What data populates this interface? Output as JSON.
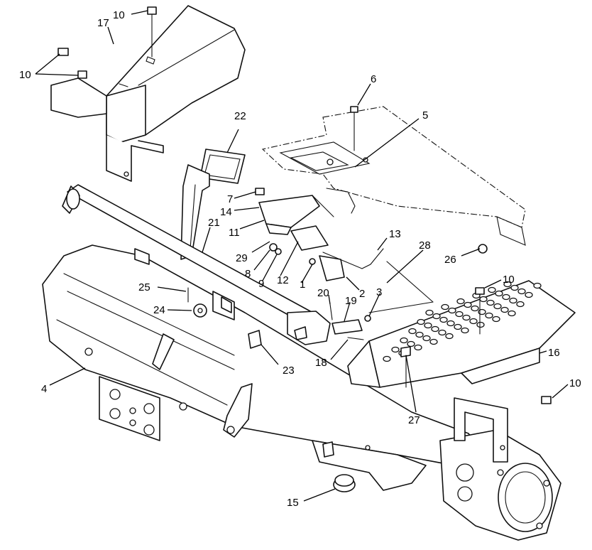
{
  "diagram": {
    "callouts": [
      {
        "id": "c10a",
        "label": "10"
      },
      {
        "id": "c17",
        "label": "17"
      },
      {
        "id": "c10b",
        "label": "10"
      },
      {
        "id": "c6",
        "label": "6"
      },
      {
        "id": "c5",
        "label": "5"
      },
      {
        "id": "c22",
        "label": "22"
      },
      {
        "id": "c7",
        "label": "7"
      },
      {
        "id": "c14",
        "label": "14"
      },
      {
        "id": "c11",
        "label": "11"
      },
      {
        "id": "c21",
        "label": "21"
      },
      {
        "id": "c29",
        "label": "29"
      },
      {
        "id": "c8",
        "label": "8"
      },
      {
        "id": "c9",
        "label": "9"
      },
      {
        "id": "c12",
        "label": "12"
      },
      {
        "id": "c1",
        "label": "1"
      },
      {
        "id": "c13",
        "label": "13"
      },
      {
        "id": "c28",
        "label": "28"
      },
      {
        "id": "c26",
        "label": "26"
      },
      {
        "id": "c2",
        "label": "2"
      },
      {
        "id": "c3",
        "label": "3"
      },
      {
        "id": "c19",
        "label": "19"
      },
      {
        "id": "c20",
        "label": "20"
      },
      {
        "id": "c25",
        "label": "25"
      },
      {
        "id": "c24",
        "label": "24"
      },
      {
        "id": "c10c",
        "label": "10"
      },
      {
        "id": "c16",
        "label": "16"
      },
      {
        "id": "c10d",
        "label": "10"
      },
      {
        "id": "c18",
        "label": "18"
      },
      {
        "id": "c23",
        "label": "23"
      },
      {
        "id": "c4",
        "label": "4"
      },
      {
        "id": "c27",
        "label": "27"
      },
      {
        "id": "c15",
        "label": "15"
      }
    ]
  }
}
